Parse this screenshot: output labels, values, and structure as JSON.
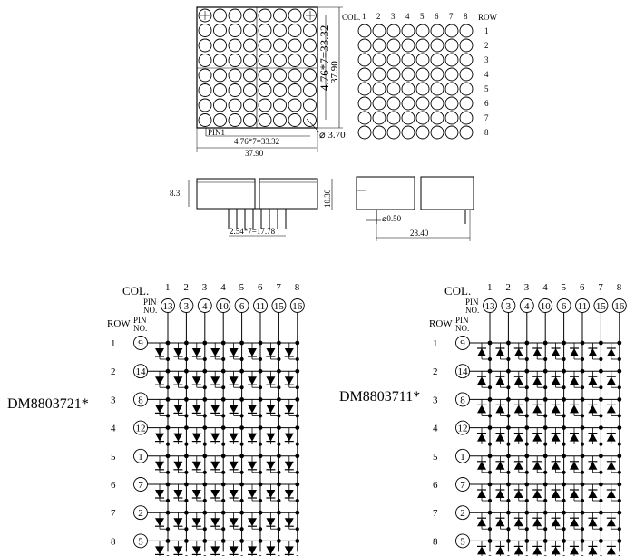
{
  "mechanical": {
    "front": {
      "col_label": "COL.",
      "row_label": "ROW",
      "col_numbers": [
        "1",
        "2",
        "3",
        "4",
        "5",
        "6",
        "7",
        "8"
      ],
      "row_numbers": [
        "1",
        "2",
        "3",
        "4",
        "5",
        "6",
        "7",
        "8"
      ],
      "dim_pitch_horizontal": "4.76*7=33.32",
      "dim_pitch_vertical": "4.76*7=33.32",
      "dim_width": "37.90",
      "dim_height": "37.90",
      "dim_dot": "3.70",
      "pin_label": "PIN1"
    },
    "side": {
      "dim_height_left": "8.3",
      "dim_height": "10.30",
      "dim_pin_pitch": "2.54*7=17.78",
      "dim_pin_diameter": "0.50",
      "dim_depth": "28.40"
    }
  },
  "schematics": [
    {
      "model": "DM8803721*",
      "col_label": "COL.",
      "row_label": "ROW",
      "pin_label_line1": "PIN",
      "pin_label_line2": "NO.",
      "col_numbers": [
        "1",
        "2",
        "3",
        "4",
        "5",
        "6",
        "7",
        "8"
      ],
      "col_pins": [
        "13",
        "3",
        "4",
        "10",
        "6",
        "11",
        "15",
        "16"
      ],
      "row_numbers": [
        "1",
        "2",
        "3",
        "4",
        "5",
        "6",
        "7",
        "8"
      ],
      "row_pins": [
        "9",
        "14",
        "8",
        "12",
        "1",
        "7",
        "2",
        "5"
      ],
      "diode_direction": "down"
    },
    {
      "model": "DM8803711*",
      "col_label": "COL.",
      "row_label": "ROW",
      "pin_label_line1": "PIN",
      "pin_label_line2": "NO.",
      "col_numbers": [
        "1",
        "2",
        "3",
        "4",
        "5",
        "6",
        "7",
        "8"
      ],
      "col_pins": [
        "13",
        "3",
        "4",
        "10",
        "6",
        "11",
        "15",
        "16"
      ],
      "row_numbers": [
        "1",
        "2",
        "3",
        "4",
        "5",
        "6",
        "7",
        "8"
      ],
      "row_pins": [
        "9",
        "14",
        "8",
        "12",
        "1",
        "7",
        "2",
        "5"
      ],
      "diode_direction": "up"
    }
  ]
}
